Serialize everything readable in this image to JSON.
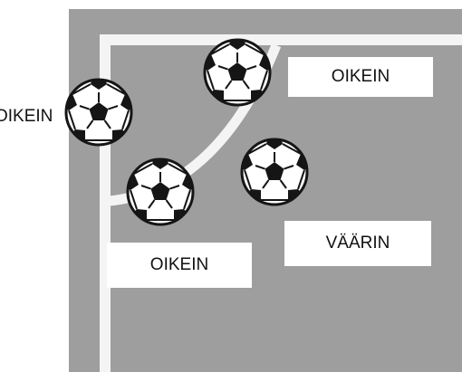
{
  "labels": {
    "left": "OIKEIN",
    "top_right": "OIKEIN",
    "bottom_left": "OIKEIN",
    "bottom_right": "VÄÄRIN"
  },
  "colors": {
    "field": "#9c9c9c",
    "lines": "#f4f4f4",
    "ball_white": "#ffffff",
    "ball_black": "#151515",
    "label_bg": "#ffffff",
    "text": "#111111"
  },
  "icons": [
    "soccer-ball-icon"
  ]
}
